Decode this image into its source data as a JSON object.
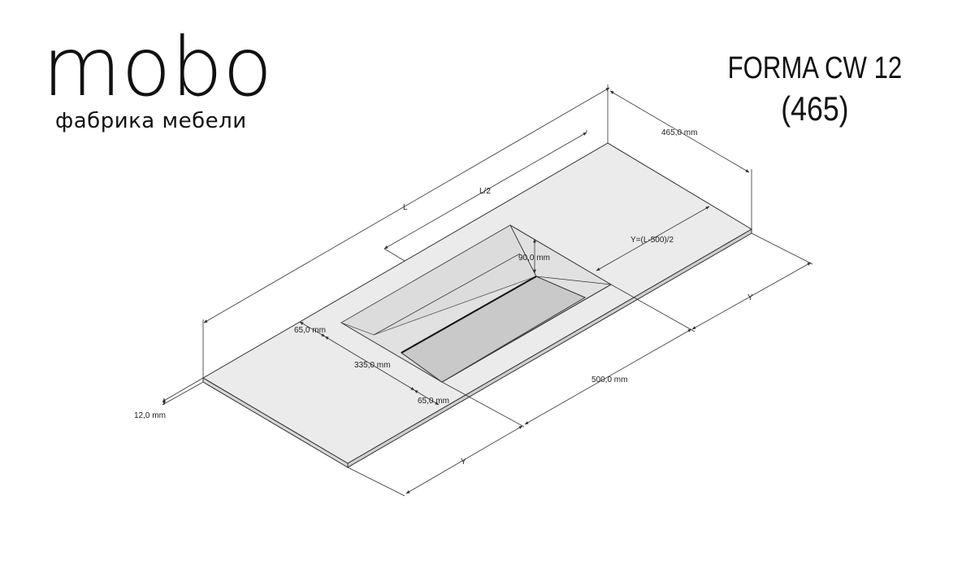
{
  "brand": {
    "name": "mobo",
    "subtitle": "фабрика мебели"
  },
  "product": {
    "title": "FORMA CW 12",
    "size": "(465)"
  },
  "dimensions": {
    "total_length": "L",
    "half_length": "L/2",
    "depth": "465,0 mm",
    "offset_formula": "Y=(L-500)/2",
    "basin_depth": "90,0 mm",
    "back_margin": "65,0 mm",
    "basin_width": "335,0 mm",
    "front_margin": "65,0 mm",
    "basin_length": "500,0 mm",
    "offset_right": "Y",
    "offset_left": "Y",
    "thickness": "12,0 mm"
  },
  "colors": {
    "slab_fill": "#e9e9e9",
    "basin_floor": "#c9c9c9",
    "line": "#333333"
  }
}
